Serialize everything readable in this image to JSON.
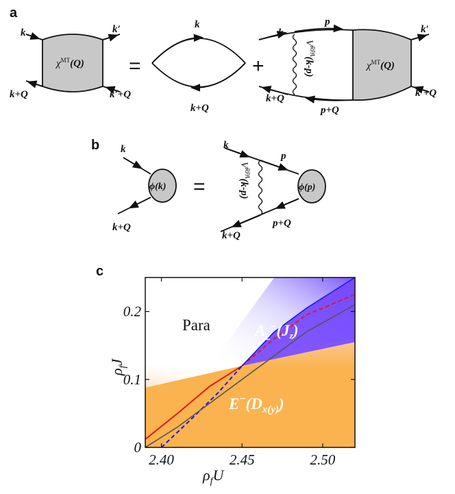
{
  "panel_labels": {
    "a": "a",
    "b": "b",
    "c": "c"
  },
  "diagram_a": {
    "chi_label": "χ",
    "chi_sup": "MT",
    "chi_arg": "(Q)",
    "k": "k",
    "kprime": "k′",
    "kQ": "k+Q",
    "kprimeQ": "k′+Q",
    "p": "p",
    "pQ": "p+Q",
    "equals": "=",
    "plus": "+",
    "vertex": "V",
    "vertex_sup": "RPA",
    "vertex_arg": "(k-p)"
  },
  "diagram_b": {
    "phi_k": "ϕ(k)",
    "phi_p": "ϕ(p)",
    "k": "k",
    "kQ": "k+Q",
    "p": "p",
    "pQ": "p+Q",
    "equals": "=",
    "vertex": "V",
    "vertex_sup": "RPA",
    "vertex_arg": "(k-p)"
  },
  "chart_data": {
    "type": "phase-diagram",
    "xlabel": "ρ",
    "xlabel_sub": "f",
    "xlabel_var": "U",
    "ylabel": "ρ",
    "ylabel_sub": "f",
    "ylabel_var": "J",
    "xlim": [
      2.39,
      2.52
    ],
    "ylim": [
      0,
      0.25
    ],
    "xticks": [
      "2.40",
      "2.45",
      "2.50"
    ],
    "xtick_values": [
      2.4,
      2.45,
      2.5
    ],
    "yticks": [
      "0",
      "0.1",
      "0.2"
    ],
    "ytick_values": [
      0,
      0.1,
      0.2
    ],
    "phases": {
      "para": "Para",
      "a2": "A",
      "a2_sub": "2",
      "a2_sup": "−",
      "a2_arg": "(J",
      "a2_arg_sub": "z",
      "a2_close": ")",
      "e": "E",
      "e_sup": "−",
      "e_arg": "(D",
      "e_arg_sub": "x(y)",
      "e_close": ")"
    },
    "colors": {
      "e_phase": "#fbb34f",
      "a2_phase": "#7548ff",
      "para": "#ffffff",
      "red_line": "#e01a1a",
      "blue_line": "#1a1ae0",
      "gray_line": "#555555"
    },
    "series": [
      {
        "style": "red-solid",
        "x": [
          2.39,
          2.41,
          2.43,
          2.45
        ],
        "y": [
          0.012,
          0.05,
          0.09,
          0.12
        ]
      },
      {
        "style": "red-dashed",
        "x": [
          2.45,
          2.47,
          2.49,
          2.52
        ],
        "y": [
          0.12,
          0.16,
          0.195,
          0.225
        ]
      },
      {
        "style": "blue-dashed",
        "x": [
          2.4,
          2.42,
          2.435,
          2.45
        ],
        "y": [
          0.0,
          0.045,
          0.08,
          0.12
        ]
      },
      {
        "style": "blue-solid",
        "x": [
          2.45,
          2.47,
          2.49,
          2.52
        ],
        "y": [
          0.12,
          0.17,
          0.205,
          0.25
        ]
      },
      {
        "style": "gray",
        "x": [
          2.39,
          2.41,
          2.43,
          2.45,
          2.47,
          2.49,
          2.52
        ],
        "y": [
          0.0,
          0.03,
          0.065,
          0.1,
          0.135,
          0.17,
          0.21
        ]
      }
    ],
    "boundary_e_upper": {
      "x": [
        2.39,
        2.45,
        2.52
      ],
      "y": [
        0.088,
        0.12,
        0.155
      ]
    }
  }
}
